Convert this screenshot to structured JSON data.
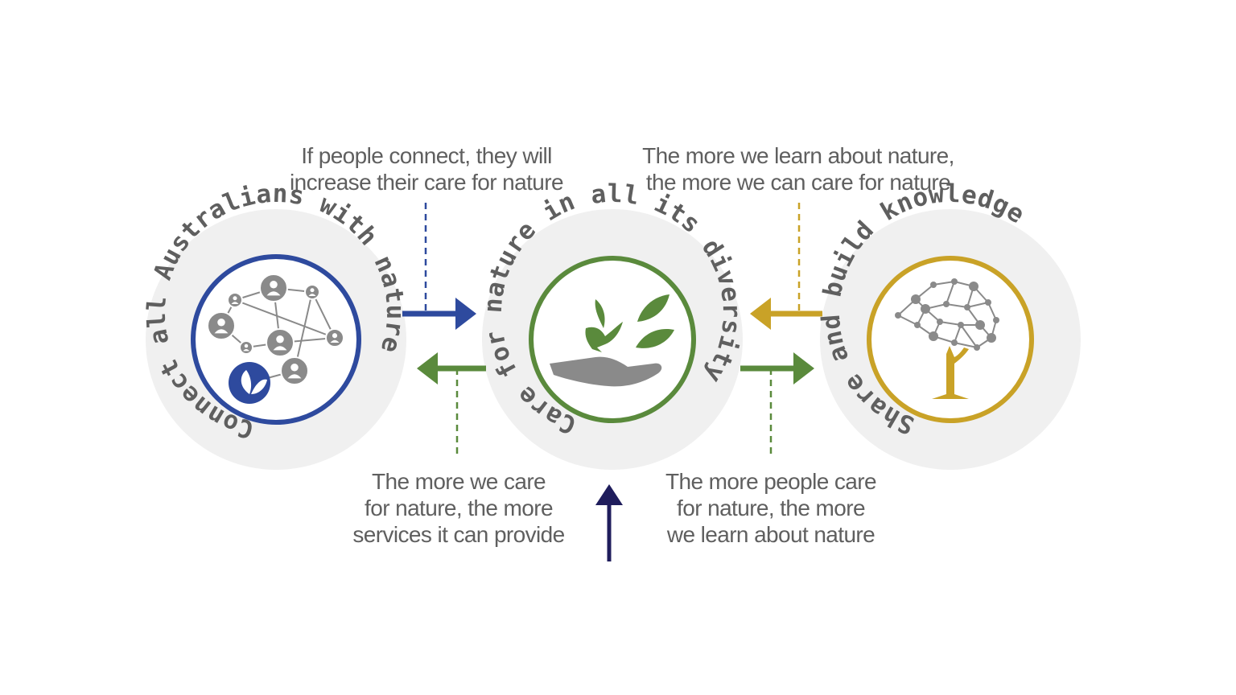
{
  "colors": {
    "circle_bg": "#f0f0f0",
    "connect": "#2e4a9e",
    "care": "#5a8a3c",
    "knowledge": "#c9a227",
    "vertical_arrow": "#1f1d5c",
    "icon_grey": "#8a8a8a",
    "text": "#5f5f5f"
  },
  "circles": {
    "connect": {
      "title": "Connect all Australians with nature",
      "icon": "people-network-leaf-icon"
    },
    "care": {
      "title": "Care for nature in all its diversity",
      "icon": "hand-birds-leaves-icon"
    },
    "knowledge": {
      "title": "Share and build knowledge",
      "icon": "brain-tree-icon"
    }
  },
  "captions": {
    "connect_to_care": [
      "If people connect, they will",
      "increase their care for nature"
    ],
    "knowledge_to_care": [
      "The more we learn about nature,",
      "the more we can care for nature"
    ],
    "care_to_connect": [
      "The more we care",
      "for nature, the more",
      "services it can provide"
    ],
    "care_to_knowledge": [
      "The more people care",
      "for nature, the more",
      "we learn about nature"
    ]
  }
}
